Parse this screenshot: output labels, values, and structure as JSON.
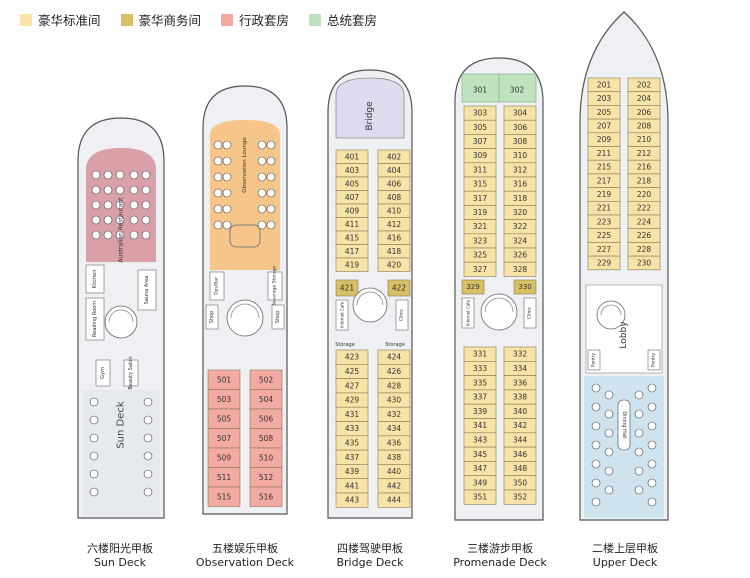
{
  "legend": [
    {
      "label": "豪华标准间",
      "color": "#f7e3a8"
    },
    {
      "label": "豪华商务间",
      "color": "#d8c066"
    },
    {
      "label": "行政套房",
      "color": "#f2aaa3"
    },
    {
      "label": "总统套房",
      "color": "#bfe3bf"
    }
  ],
  "colors": {
    "standard": "#f7e3a8",
    "business": "#d8c066",
    "exec": "#f2aaa3",
    "presidential": "#bfe3bf",
    "hull": "#eef0f3",
    "hullStroke": "#555555",
    "restaurant": "#d9a0a8",
    "lounge": "#f5c58a",
    "bridge": "#dcdcee",
    "dining": "#cfe3ef"
  },
  "decks": [
    {
      "id": "sun",
      "cn": "六楼阳光甲板",
      "en": "Sun Deck",
      "labels": {
        "restaurant": "Australian Restaurant",
        "kitchen": "Kitchen",
        "reading": "Reading Room",
        "sauna": "Sauna Area",
        "gym": "Gym",
        "salon": "Beauty Salon",
        "deck": "Sun Deck"
      }
    },
    {
      "id": "obs",
      "cn": "五楼娱乐甲板",
      "en": "Observation Deck",
      "labels": {
        "lounge": "Observation Lounge",
        "ops": "Ops/Bar",
        "storage": "Beverage Storage",
        "shop1": "Shop",
        "shop2": "Shop"
      },
      "left": [
        "501",
        "503",
        "505",
        "507",
        "509",
        "511",
        "515"
      ],
      "right": [
        "502",
        "504",
        "506",
        "508",
        "510",
        "512",
        "516"
      ]
    },
    {
      "id": "bridge",
      "cn": "四楼驾驶甲板",
      "en": "Bridge Deck",
      "labels": {
        "bridge": "Bridge",
        "storage1": "Storage",
        "storage2": "Storage",
        "intercom": "Internet Cafe",
        "clinic": "Clinic"
      },
      "upperLeft": [
        "401",
        "403",
        "405",
        "407",
        "409",
        "411",
        "415",
        "417",
        "419"
      ],
      "upperRight": [
        "402",
        "404",
        "406",
        "408",
        "410",
        "412",
        "416",
        "418",
        "420"
      ],
      "business": [
        "421",
        "422"
      ],
      "lowerLeft": [
        "423",
        "425",
        "427",
        "429",
        "431",
        "433",
        "435",
        "437",
        "439",
        "441",
        "443"
      ],
      "lowerRight": [
        "424",
        "426",
        "428",
        "430",
        "432",
        "434",
        "436",
        "438",
        "440",
        "442",
        "444"
      ]
    },
    {
      "id": "prom",
      "cn": "三楼游步甲板",
      "en": "Promenade Deck",
      "labels": {
        "internet": "Internet Cafe",
        "clinic": "Clinic"
      },
      "presidential": [
        "301",
        "302"
      ],
      "upperLeft": [
        "303",
        "305",
        "307",
        "309",
        "311",
        "315",
        "317",
        "319",
        "321",
        "323",
        "325",
        "327"
      ],
      "upperRight": [
        "304",
        "306",
        "308",
        "310",
        "312",
        "316",
        "318",
        "320",
        "322",
        "324",
        "326",
        "328"
      ],
      "business": [
        "329",
        "330"
      ],
      "lowerLeft": [
        "331",
        "333",
        "335",
        "337",
        "339",
        "341",
        "343",
        "345",
        "347",
        "349",
        "351"
      ],
      "lowerRight": [
        "332",
        "334",
        "336",
        "338",
        "340",
        "342",
        "344",
        "346",
        "348",
        "350",
        "352"
      ]
    },
    {
      "id": "upper",
      "cn": "二楼上层甲板",
      "en": "Upper Deck",
      "labels": {
        "lobby": "Lobby",
        "pantry1": "Pantry",
        "pantry2": "Pantry",
        "dining": "Dining Hall"
      },
      "left": [
        "201",
        "203",
        "205",
        "207",
        "209",
        "211",
        "215",
        "217",
        "219",
        "221",
        "223",
        "225",
        "227",
        "229"
      ],
      "right": [
        "202",
        "204",
        "206",
        "208",
        "210",
        "212",
        "216",
        "218",
        "220",
        "222",
        "224",
        "226",
        "228",
        "230"
      ]
    }
  ]
}
